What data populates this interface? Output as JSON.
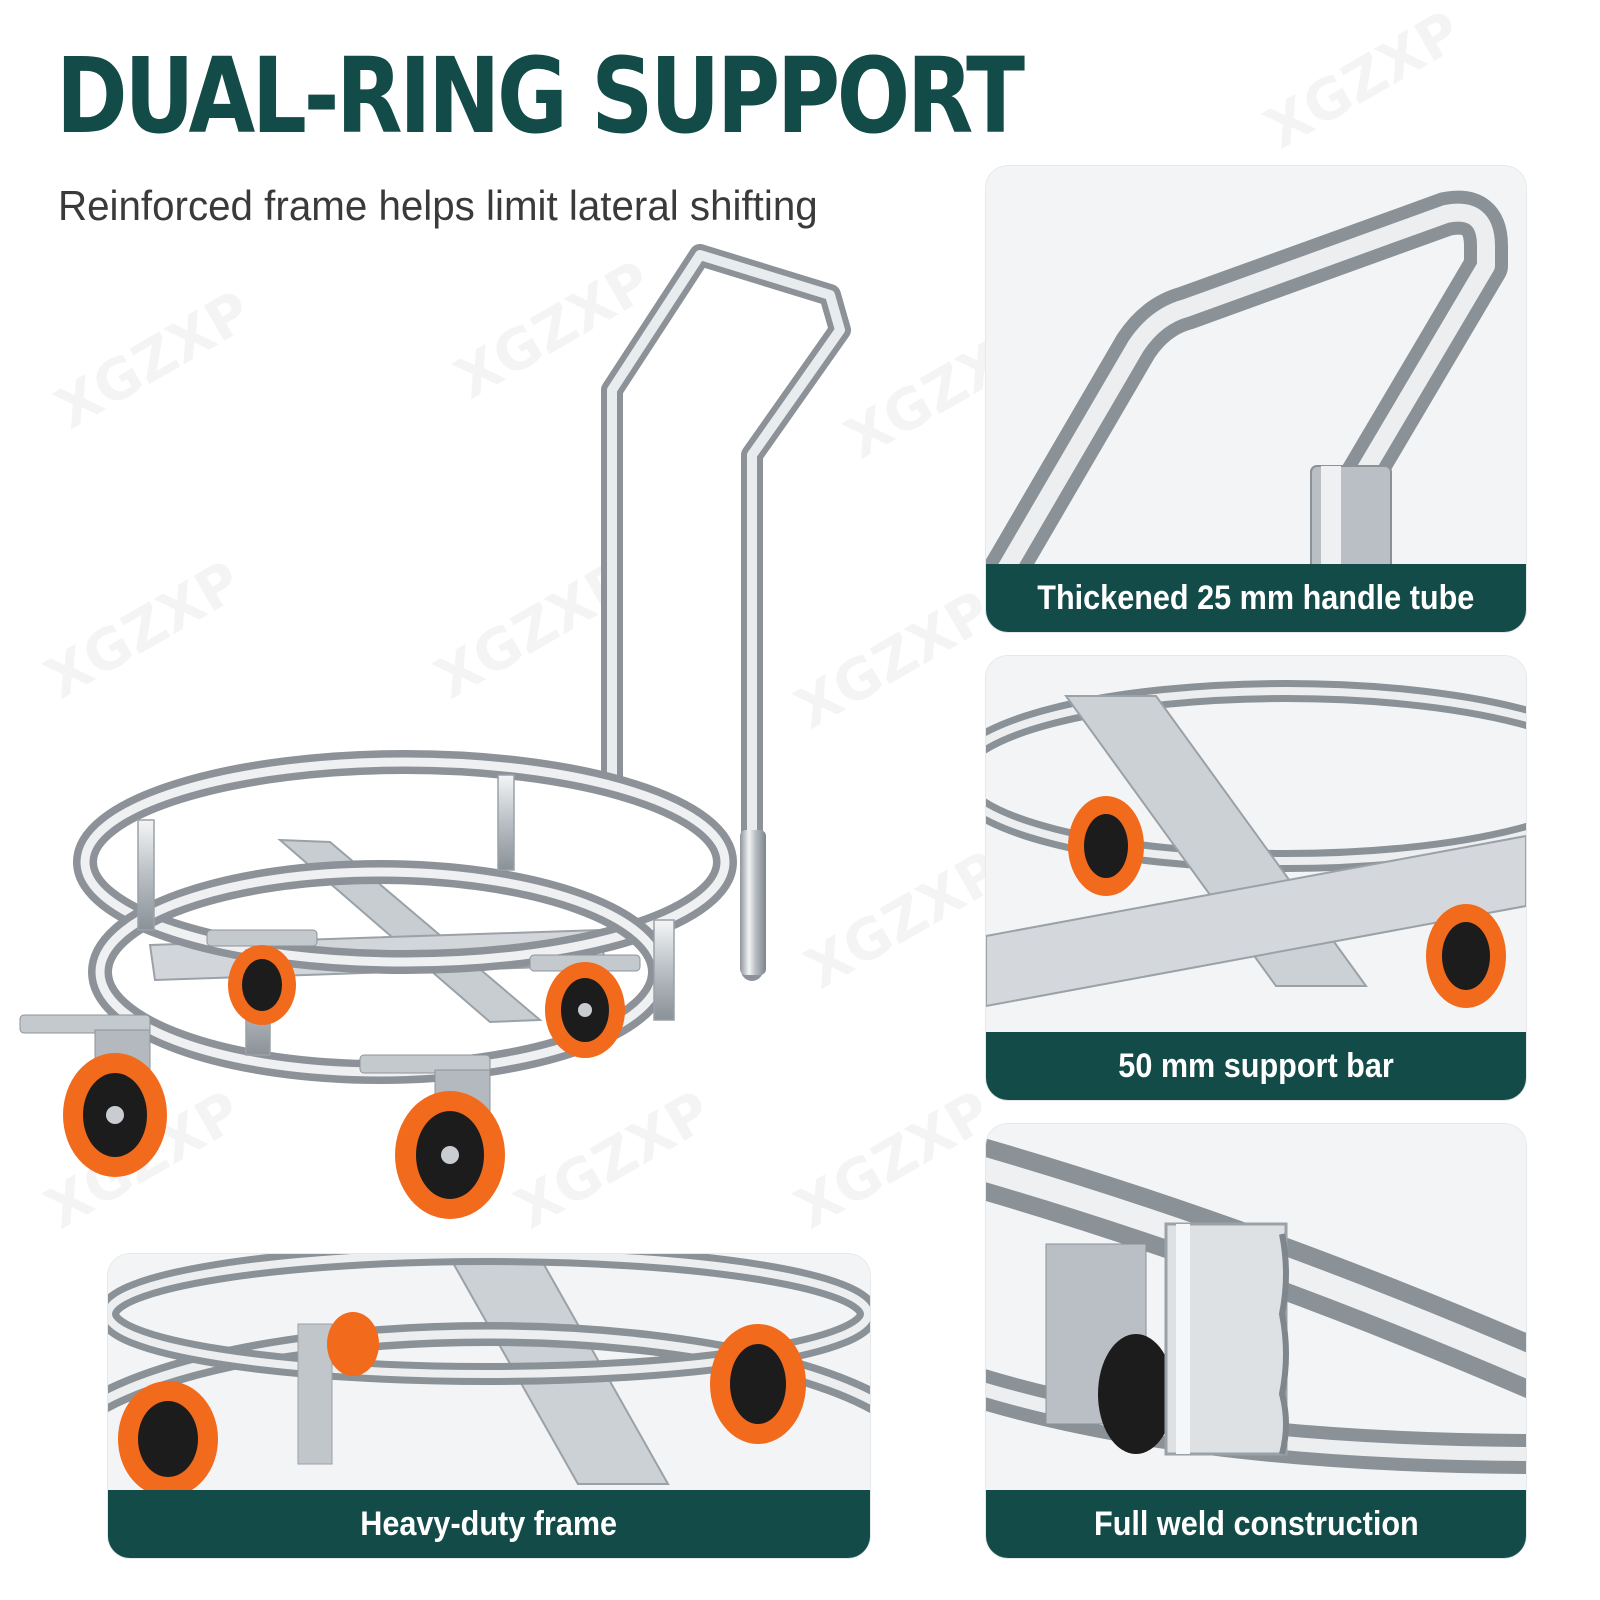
{
  "header": {
    "title": "DUAL-RING SUPPORT",
    "subtitle": "Reinforced frame helps limit lateral shifting"
  },
  "watermark": {
    "text": "XGZXP"
  },
  "feature_cards": [
    {
      "caption": "Thickened 25 mm handle tube"
    },
    {
      "caption": "50 mm support bar"
    },
    {
      "caption": "Heavy-duty frame"
    },
    {
      "caption": "Full weld construction"
    }
  ],
  "colors": {
    "headline": "#124b48",
    "caption_bar": "#124b48",
    "caption_text": "#ffffff",
    "subtitle": "#3a3a3a",
    "caster_wheel": "#f26a1b",
    "steel": "#c9cdd1"
  },
  "icons": {
    "hero": "dolly-with-handle-icon",
    "card_1": "handle-tube-closeup-icon",
    "card_2": "support-bar-closeup-icon",
    "card_3": "frame-closeup-icon",
    "card_4": "weld-joint-closeup-icon"
  }
}
